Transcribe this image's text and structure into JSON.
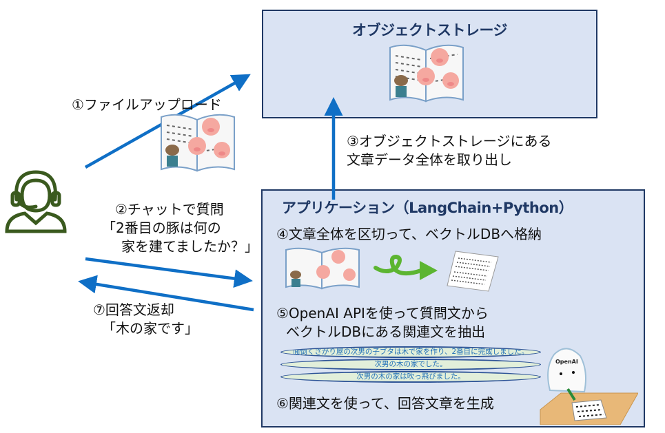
{
  "storage": {
    "title": "オブジェクトストレージ"
  },
  "application": {
    "title": "アプリケーション（LangChain+Python）",
    "step4": "④文章全体を区切って、ベクトルDBへ格納",
    "step5_line1": "⑤OpenAI APIを使って質問文から",
    "step5_line2": "ベクトルDBにある関連文を抽出",
    "related_sentences": [
      "面倒くさがり屋の次男の子ブタは木で家を作り、2番目に完成しました。",
      "次男の木の家でした。",
      "次男の木の家は吹っ飛びました。"
    ],
    "step6": "⑥関連文を使って、回答文章を生成",
    "openai_logo_text": "OpenAI"
  },
  "steps": {
    "step1": "①ファイルアップロード",
    "step2_line1": "②チャットで質問",
    "step2_line2": "「2番目の豚は何の",
    "step2_line3": "家を建てましたか？」",
    "step3_line1": "③オブジェクトストレージにある",
    "step3_line2": "文章データ全体を取り出し",
    "step7_line1": "⑦回答文返却",
    "step7_line2": "「木の家です」"
  },
  "colors": {
    "box_fill": "#dae3f3",
    "box_border": "#1f3864",
    "arrow": "#0f6fc6",
    "user_icon": "#3a5a1e",
    "pill_fill": "#e2efda",
    "pill_text": "#1f6fb8",
    "swirl": "#5cb531"
  }
}
